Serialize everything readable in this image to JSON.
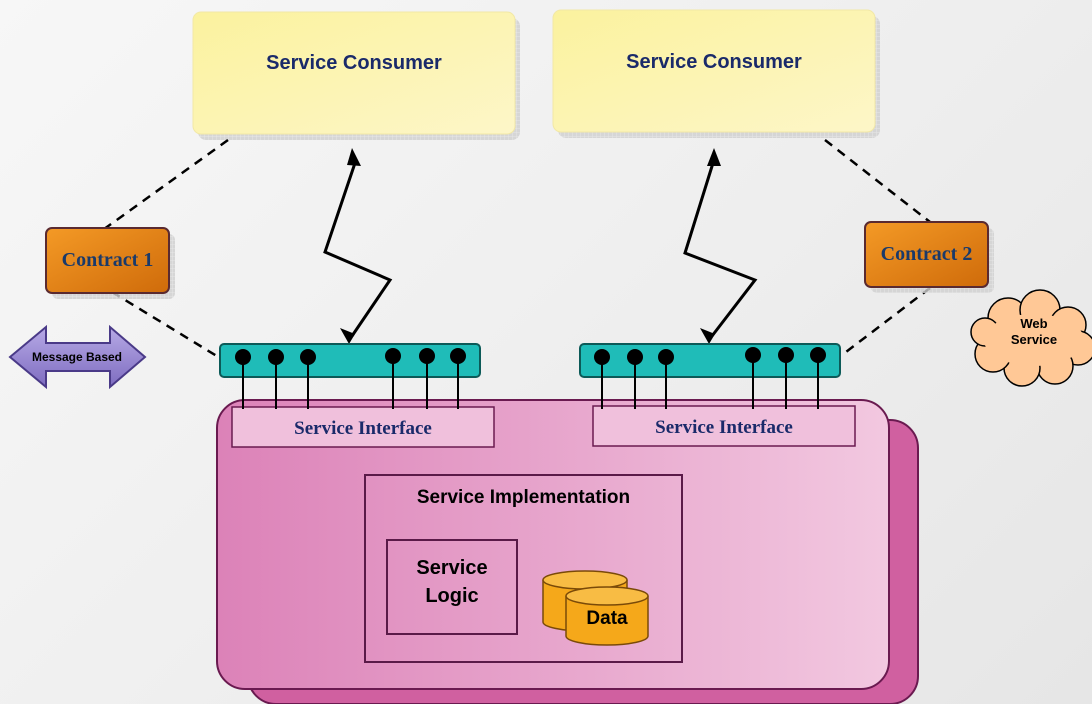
{
  "consumers": [
    {
      "label": "Service Consumer"
    },
    {
      "label": "Service Consumer"
    }
  ],
  "contracts": [
    {
      "label": "Contract 1"
    },
    {
      "label": "Contract 2"
    }
  ],
  "message_based": {
    "label": "Message Based"
  },
  "web_service": {
    "line1": "Web",
    "line2": "Service"
  },
  "interfaces": [
    {
      "label": "Service Interface"
    },
    {
      "label": "Service Interface"
    }
  ],
  "implementation": {
    "title": "Service Implementation",
    "logic": {
      "line1": "Service",
      "line2": "Logic"
    },
    "data": {
      "label": "Data"
    }
  },
  "colors": {
    "consumer_fill": "#fbf0a0",
    "contract_fill": "#e07a10",
    "contract_text": "#1a3a6a",
    "bus_fill": "#1fbcb8",
    "interface_fill": "#f0c0dc",
    "service_fill": "#e090c0",
    "data_fill": "#f5a81a",
    "arrow_fill": "#9080c8",
    "cloud_fill": "#ffc896"
  }
}
